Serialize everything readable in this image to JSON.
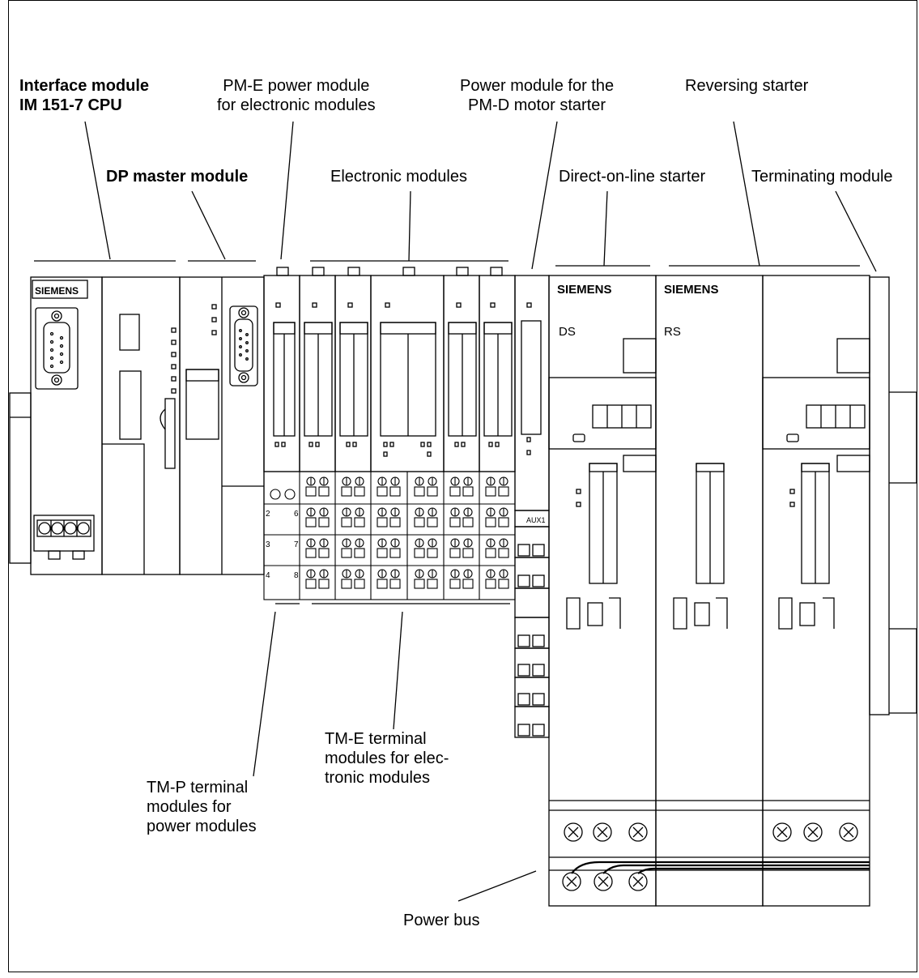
{
  "labels": {
    "interface_module": [
      "Interface module",
      "IM 151-7 CPU"
    ],
    "dp_master": "DP master module",
    "pm_e": [
      "PM-E power module",
      "for electronic modules"
    ],
    "electronic_modules": "Electronic modules",
    "pm_d": [
      "Power module for the",
      "PM-D motor starter"
    ],
    "reversing_starter": "Reversing starter",
    "direct_on_line": "Direct-on-line starter",
    "terminating_module": "Terminating module",
    "tm_e": [
      "TM-E terminal",
      "modules for elec-",
      "tronic modules"
    ],
    "tm_p": [
      "TM-P terminal",
      "modules for",
      "power modules"
    ],
    "power_bus": "Power bus"
  },
  "device_text": {
    "brand": "SIEMENS",
    "ds": "DS",
    "rs": "RS",
    "aux": "AUX1",
    "row_numbers": [
      "2",
      "3",
      "4",
      "6",
      "7",
      "8"
    ]
  },
  "colors": {
    "line": "#000000",
    "background": "#ffffff"
  }
}
